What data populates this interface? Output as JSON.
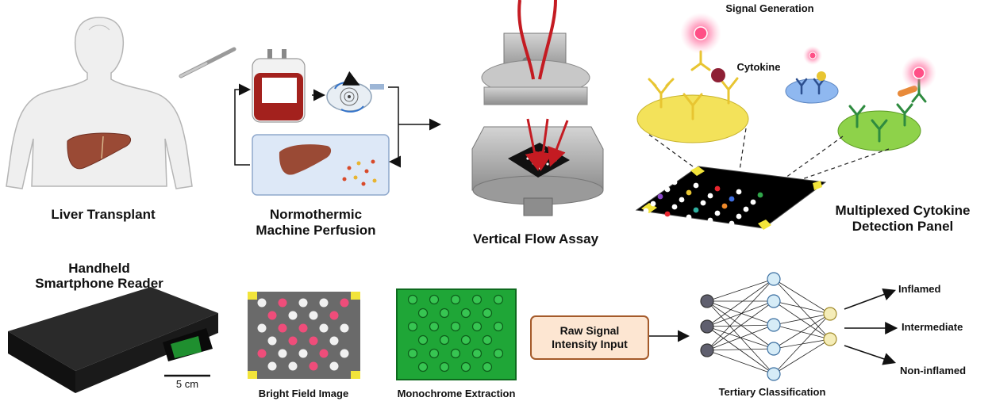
{
  "labels": {
    "liver_transplant": "Liver Transplant",
    "nmp_line1": "Normothermic",
    "nmp_line2": "Machine Perfusion",
    "vfa": "Vertical Flow Assay",
    "signal_generation": "Signal Generation",
    "cytokine": "Cytokine",
    "panel_line1": "Multiplexed Cytokine",
    "panel_line2": "Detection Panel",
    "reader_line1": "Handheld",
    "reader_line2": "Smartphone Reader",
    "scale": "5 cm",
    "bright_field": "Bright Field Image",
    "monochrome": "Monochrome Extraction",
    "raw_line1": "Raw Signal",
    "raw_line2": "Intensity Input",
    "tertiary": "Tertiary Classification",
    "inflamed": "Inflamed",
    "intermediate": "Intermediate",
    "non_inflamed": "Non-inflamed"
  },
  "colors": {
    "liver": "#9a4a35",
    "blood": "#a3211d",
    "glow": "#ff3c7a",
    "antibody_yellow": "#e8c531",
    "well_yellow": "#f3e25a",
    "well_green": "#8ed24a",
    "well_blue": "#8fb8f0",
    "chip": "#000000",
    "chip_corner": "#f2e43a",
    "input_box_fill": "#fde6d2",
    "input_box_border": "#a45a2a",
    "input_node": "#5f5f6e",
    "hidden_node": "#d6ecf7",
    "output_node": "#f5edb8"
  },
  "icons": [
    "human-body-icon",
    "scalpel-icon",
    "blood-bag-icon",
    "pump-icon",
    "liver-icon",
    "cartridge-icon",
    "antibody-icon",
    "smartphone-reader-icon",
    "neural-network-icon"
  ]
}
